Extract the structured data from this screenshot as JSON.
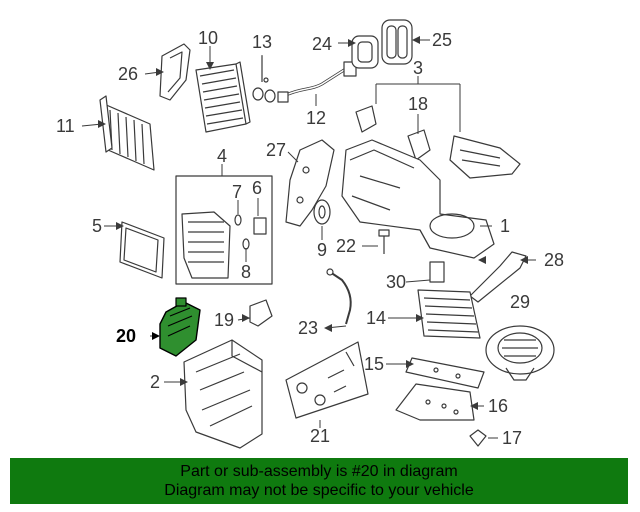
{
  "diagram": {
    "callouts": [
      {
        "id": "1",
        "text": "1"
      },
      {
        "id": "2",
        "text": "2"
      },
      {
        "id": "3",
        "text": "3"
      },
      {
        "id": "4",
        "text": "4"
      },
      {
        "id": "5",
        "text": "5"
      },
      {
        "id": "6",
        "text": "6"
      },
      {
        "id": "7",
        "text": "7"
      },
      {
        "id": "8",
        "text": "8"
      },
      {
        "id": "9",
        "text": "9"
      },
      {
        "id": "10",
        "text": "10"
      },
      {
        "id": "11",
        "text": "11"
      },
      {
        "id": "12",
        "text": "12"
      },
      {
        "id": "13",
        "text": "13"
      },
      {
        "id": "14",
        "text": "14"
      },
      {
        "id": "15",
        "text": "15"
      },
      {
        "id": "16",
        "text": "16"
      },
      {
        "id": "17",
        "text": "17"
      },
      {
        "id": "18",
        "text": "18"
      },
      {
        "id": "19",
        "text": "19"
      },
      {
        "id": "20",
        "text": "20"
      },
      {
        "id": "21",
        "text": "21"
      },
      {
        "id": "22",
        "text": "22"
      },
      {
        "id": "23",
        "text": "23"
      },
      {
        "id": "24",
        "text": "24"
      },
      {
        "id": "25",
        "text": "25"
      },
      {
        "id": "26",
        "text": "26"
      },
      {
        "id": "27",
        "text": "27"
      },
      {
        "id": "28",
        "text": "28"
      },
      {
        "id": "29",
        "text": "29"
      },
      {
        "id": "30",
        "text": "30"
      }
    ],
    "highlighted_part": "20",
    "highlight_color": "#2f8f2f"
  },
  "banner": {
    "line1": "Part or sub-assembly is #20 in diagram",
    "line2": "Diagram may not be specific to your vehicle",
    "background": "#0f7a0f"
  }
}
